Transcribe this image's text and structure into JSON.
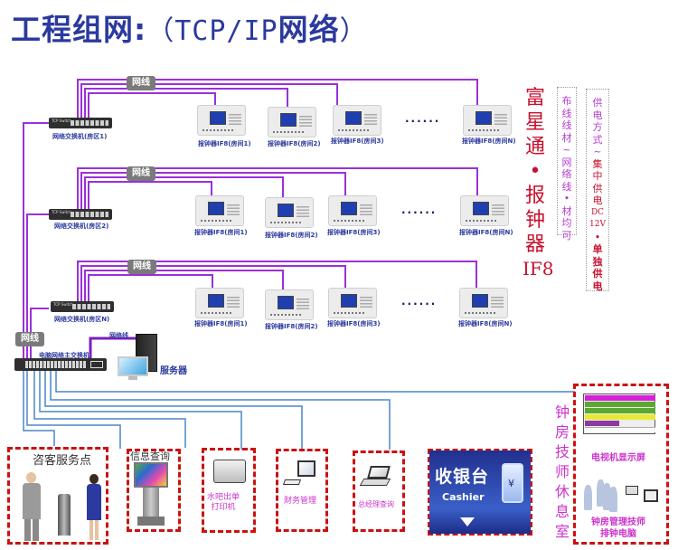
{
  "title": {
    "cn_prefix": "工程组网:",
    "paren_open": "（",
    "latin": "TCP/IP",
    "cn_suffix": "网络",
    "paren_close": "）"
  },
  "cable_label": "网线",
  "zones": [
    {
      "switch_label": "网络交换机(房区1)",
      "switch_badge": "TCP Switch",
      "devices": [
        "报钟器IF8(房间1)",
        "报钟器IF8(房间2)",
        "报钟器IF8(房间3)",
        "报钟器IF8(房间N)"
      ],
      "ellipsis": "......"
    },
    {
      "switch_label": "网络交换机(房区2)",
      "switch_badge": "TCP Switch",
      "devices": [
        "报钟器IF8(房间1)",
        "报钟器IF8(房间2)",
        "报钟器IF8(房间3)",
        "报钟器IF8(房间N)"
      ],
      "ellipsis": "......"
    },
    {
      "switch_label": "网络交换机(房区N)",
      "switch_badge": "TCP Switch",
      "devices": [
        "报钟器IF8(房间1)",
        "报钟器IF8(房间2)",
        "报钟器IF8(房间3)",
        "报钟器IF8(房间N)"
      ],
      "ellipsis": "......"
    }
  ],
  "brand": {
    "chars": [
      "富",
      "星",
      "通",
      "•",
      "报",
      "钟",
      "器"
    ],
    "model": "IF8"
  },
  "wiring_note": {
    "chars": [
      "布",
      "线",
      "线",
      "材",
      "~",
      "网",
      "络",
      "线",
      "•",
      "材",
      "均",
      "可"
    ]
  },
  "power_note": {
    "head": [
      "供",
      "电",
      "方",
      "式",
      "~"
    ],
    "central": [
      "集",
      "中",
      "供",
      "电",
      "DC",
      "12V",
      "•"
    ],
    "single": [
      "单",
      "独",
      "供",
      "电"
    ]
  },
  "core": {
    "main_switch_label": "电脑网络主交换机",
    "network_cable_label": "网络线",
    "server_label": "服务器",
    "cable_tag": "网线"
  },
  "endpoints": {
    "reception": "咨客服务点",
    "info_query": "信息查询",
    "printer": [
      "水吧出单",
      "打印机"
    ],
    "finance": "财务管理",
    "manager": "总经理查询",
    "cashier_cn": "收银台",
    "cashier_en": "Cashier",
    "cashier_icon": "¥",
    "rest_room": [
      "钟",
      "房",
      "技",
      "师",
      "休",
      "息",
      "室"
    ],
    "tv_label": "电视机显示屏",
    "scheduler_label": [
      "钟房管理技师",
      "排钟电脑"
    ]
  },
  "colors": {
    "title": "#2b3a9e",
    "zone_cable": "#9b30d9",
    "lan_cable": "#4a86c8",
    "brand_red": "#c8102e",
    "pink_text": "#cc33cc",
    "dashed_border": "#cc1111",
    "cashier_blue": "#21308f"
  }
}
